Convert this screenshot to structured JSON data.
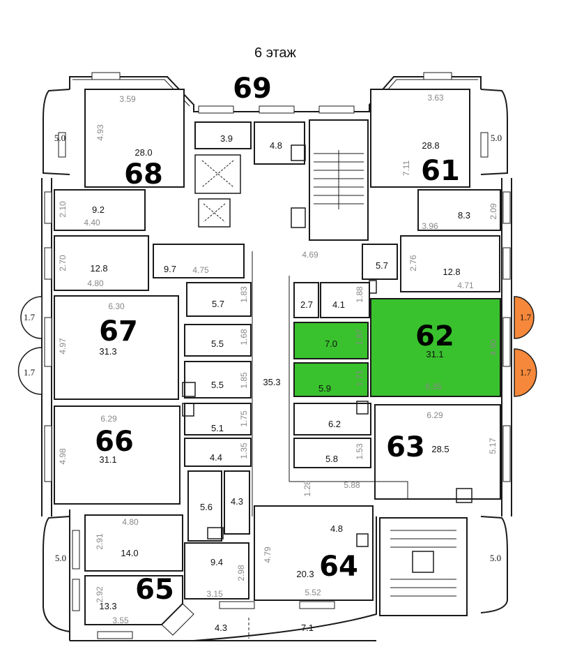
{
  "floor_title": "6 этаж",
  "apartments": {
    "a61": "61",
    "a62": "62",
    "a63": "63",
    "a64": "64",
    "a65": "65",
    "a66": "66",
    "a67": "67",
    "a68": "68",
    "a69": "69"
  },
  "colors": {
    "highlight": "#39c22d",
    "bay_accent": "#f5883a",
    "wall": "#1a1a1a",
    "dimension": "#888888"
  },
  "areas": {
    "r68_main": "28.0",
    "r68_small": "3.9",
    "r68_b": "4.8",
    "r68_c": "9.2",
    "r61_main": "28.8",
    "r61_c": "8.3",
    "r67_top": "12.8",
    "r67_hall": "9.7",
    "r67_main": "31.3",
    "r61_hall": "5.7",
    "r61_top": "12.8",
    "b57": "5.7",
    "b27": "2.7",
    "b41": "4.1",
    "g70": "7.0",
    "g59": "5.9",
    "r62_main": "31.1",
    "b55a": "5.5",
    "b55b": "5.5",
    "corridor": "35.3",
    "b51": "5.1",
    "b44": "4.4",
    "r66_main": "31.1",
    "b62": "6.2",
    "b58": "5.8",
    "r63_main": "28.5",
    "b56": "5.6",
    "b43": "4.3",
    "b48": "4.8",
    "r65_top": "14.0",
    "b94": "9.4",
    "r64_main": "20.3",
    "r65_main": "13.3",
    "balc43": "4.3",
    "balc71": "7.1"
  },
  "dims": {
    "d359": "3.59",
    "d493": "4.93",
    "d363": "3.63",
    "d711": "7.11",
    "d210": "2.10",
    "d440": "4.40",
    "d209": "2.09",
    "d396": "3.96",
    "d270": "2.70",
    "d480a": "4.80",
    "d475": "4.75",
    "d469": "4.69",
    "d276": "2.76",
    "d471": "4.71",
    "d183": "1.83",
    "d188": "1.88",
    "d630": "6.30",
    "d497": "4.97",
    "d168": "1.68",
    "d187": "1.87",
    "d490": "4.90",
    "d185": "1.85",
    "d171": "1.71",
    "d635": "6.35",
    "d629a": "6.29",
    "d175": "1.75",
    "d629b": "6.29",
    "d498": "4.98",
    "d135": "1.35",
    "d153": "1.53",
    "d517": "5.17",
    "d128": "1.28",
    "d588": "5.88",
    "d480b": "4.80",
    "d291": "2.91",
    "d479": "4.79",
    "d298": "2.98",
    "d292": "2.92",
    "d315": "3.15",
    "d552": "5.52",
    "d355": "3.55"
  },
  "outside": {
    "o50_tl": "5.0",
    "o50_tr": "5.0",
    "o17_l1": "1.7",
    "o17_l2": "1.7",
    "o17_r1": "1.7",
    "o17_r2": "1.7",
    "o50_bl": "5.0",
    "o50_br": "5.0"
  }
}
